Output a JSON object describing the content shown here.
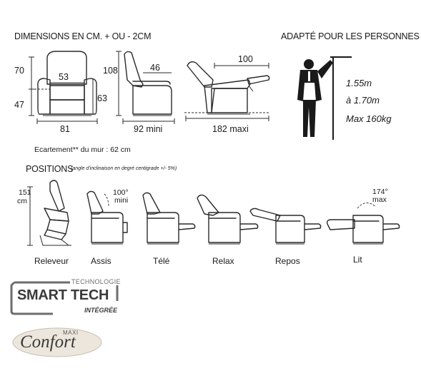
{
  "header": {
    "dimensions_title": "DIMENSIONS EN CM. + OU - 2CM",
    "adapted_title": "ADAPTÉ POUR LES PERSONNES"
  },
  "dimensions": {
    "seat_height": "47",
    "backrest_height": "70",
    "seat_width": "53",
    "overall_width": "81",
    "depth_side": "63",
    "side_height": "108",
    "seat_depth": "46",
    "depth_mini": "92 mini",
    "footrest_length": "100",
    "depth_maxi": "182 maxi"
  },
  "person": {
    "height_min": "1.55m",
    "height_max": "à 1.70m",
    "weight_max": "Max 160kg"
  },
  "wall_gap": "Ecartement** du mur : 62 cm",
  "positions": {
    "title": "POSITIONS",
    "note": "(angle d'inclinaison en degré centigrade +/- 5%)",
    "lift_height": "151",
    "lift_height_unit": "cm",
    "angle_min": "100°",
    "angle_min_label": "mini",
    "angle_max": "174°",
    "angle_max_label": "max",
    "labels": [
      "Releveur",
      "Assis",
      "Télé",
      "Relax",
      "Repos",
      "Lit"
    ]
  },
  "logos": {
    "smart_tech_top": "TECHNOLOGIE",
    "smart_tech_main": "SMART TECH",
    "smart_tech_bottom": "INTÉGRÉE",
    "confort_top": "MAXI",
    "confort_main": "Confort"
  },
  "colors": {
    "ink": "#1a1a1a",
    "logo_gray": "#6d6d6d"
  }
}
